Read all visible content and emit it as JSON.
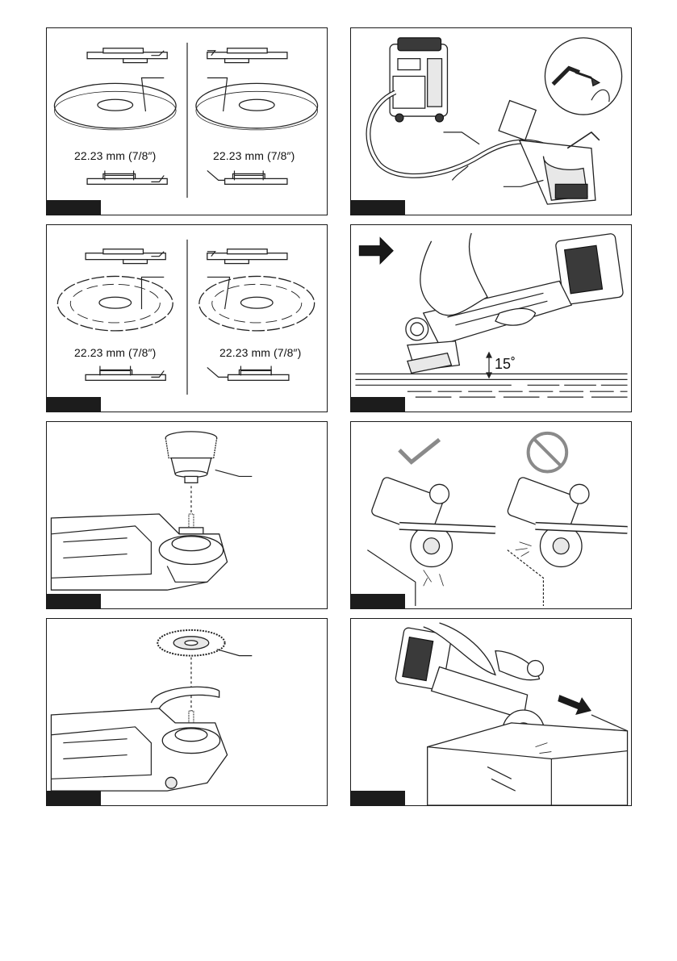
{
  "figures": [
    {
      "id": "fig-1",
      "labels": {
        "dim_left": "22.23 mm (7/8″)",
        "dim_right": "22.23 mm (7/8″)"
      }
    },
    {
      "id": "fig-2",
      "labels": {}
    },
    {
      "id": "fig-3",
      "labels": {
        "dim_left": "22.23 mm (7/8″)",
        "dim_right": "22.23 mm (7/8″)"
      }
    },
    {
      "id": "fig-4",
      "labels": {
        "angle": "15˚"
      }
    },
    {
      "id": "fig-5",
      "labels": {}
    },
    {
      "id": "fig-6",
      "labels": {}
    },
    {
      "id": "fig-7",
      "labels": {}
    },
    {
      "id": "fig-8",
      "labels": {}
    }
  ],
  "colors": {
    "ink": "#1a1a1a",
    "tab": "#1c1c1c",
    "correct_mark": "#8a8a8a",
    "prohibit_mark": "#8a8a8a"
  }
}
